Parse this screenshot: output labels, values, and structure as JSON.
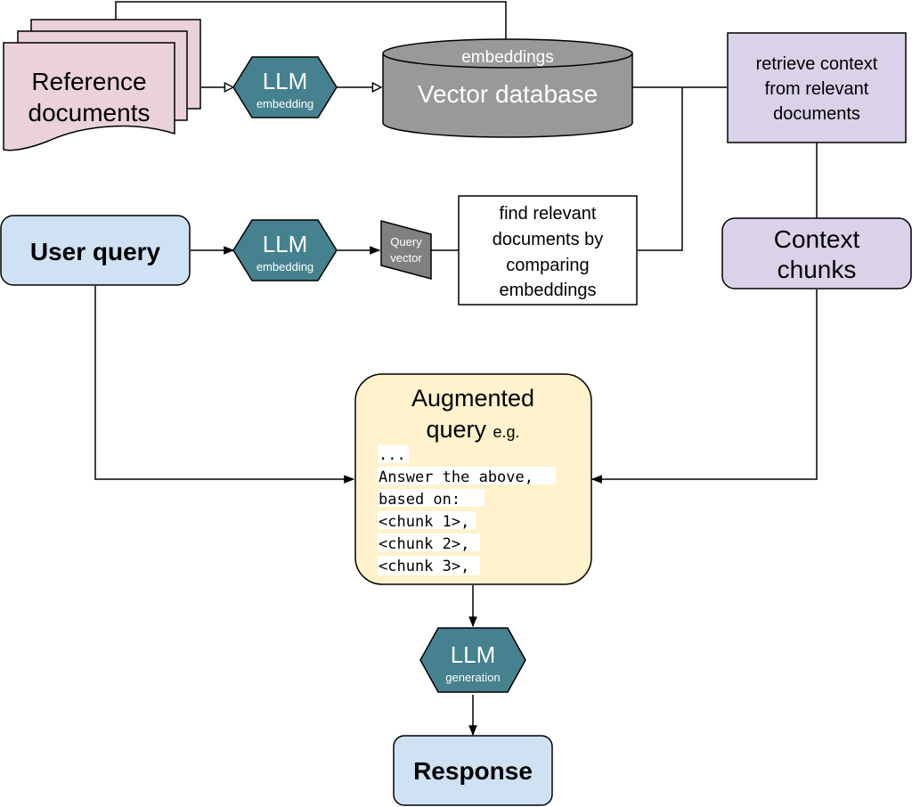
{
  "reference": {
    "line1": "Reference",
    "line2": "documents"
  },
  "llm_embedding_top": {
    "title": "LLM",
    "subtitle": "embedding"
  },
  "vector_db": {
    "top_label": "embeddings",
    "label": "Vector database"
  },
  "retrieve": {
    "line1": "retrieve context",
    "line2": "from relevant",
    "line3": "documents"
  },
  "user_query": {
    "label": "User query"
  },
  "llm_embedding_query": {
    "title": "LLM",
    "subtitle": "embedding"
  },
  "query_vector": {
    "line1": "Query",
    "line2": "vector"
  },
  "find_relevant": {
    "line1": "find relevant",
    "line2": "documents by",
    "line3": "comparing",
    "line4": "embeddings"
  },
  "context_chunks": {
    "line1": "Context",
    "line2": "chunks"
  },
  "augmented": {
    "line1": "Augmented",
    "line2": "query",
    "eg": "e.g.",
    "code": [
      "...",
      "Answer the above,",
      "based on:",
      "<chunk 1>,",
      "<chunk 2>,",
      "<chunk 3>,"
    ]
  },
  "llm_generation": {
    "title": "LLM",
    "subtitle": "generation"
  },
  "response": {
    "label": "Response"
  },
  "colors": {
    "reference_fill": "#ead1dc",
    "llm_fill": "#45818e",
    "db_fill": "#999999",
    "retrieve_fill": "#d9d2e9",
    "query_fill": "#cfe2f3",
    "augmented_fill": "#fff2cc",
    "stroke": "#000000"
  }
}
